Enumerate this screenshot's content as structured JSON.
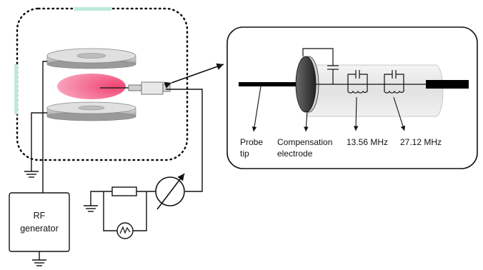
{
  "labels": {
    "probe_tip_line1": "Probe",
    "probe_tip_line2": "tip",
    "compensation_line1": "Compensation",
    "compensation_line2": "electrode",
    "freq_1": "13.56 MHz",
    "freq_2": "27.12 MHz",
    "rf_line1": "RF",
    "rf_line2": "generator"
  },
  "colors": {
    "line": "#111111",
    "plasma": "#f06a8c",
    "electrode_gray": "#bdbdbd",
    "window_green": "#bfe8d8",
    "probe_body": "#e8e8e8"
  }
}
